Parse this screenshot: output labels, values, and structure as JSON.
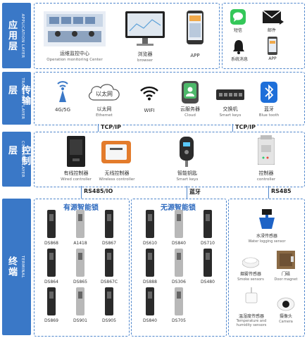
{
  "layers": {
    "application": {
      "cn": "应用层",
      "en": "APPLICATION LAYER"
    },
    "transport": {
      "cn": "传输层",
      "en": "TRANSPORT LAYER"
    },
    "control": {
      "cn": "控制层",
      "en": "CONTROL LAYER"
    },
    "terminal": {
      "cn": "终端",
      "en": "TERMINAL"
    }
  },
  "application": {
    "center_cn": "运维监控中心",
    "center_en": "Operation monitoring Center",
    "browser_cn": "浏览器",
    "browser_en": "browser",
    "app": "APP",
    "sms": "短信",
    "mail": "邮件",
    "sysmsg": "系统消息",
    "app2": "APP"
  },
  "transport": {
    "g": "4G/5G",
    "eth_cn": "以太网",
    "eth_en": "Ethernet",
    "wifi": "WIFI",
    "cloud_cn": "云服务器",
    "cloud_en": "Cloud",
    "switch_cn": "交换机",
    "switch_en": "Smart keys",
    "bt_cn": "蓝牙",
    "bt_en": "Blue tooth",
    "eth_cloud_text": "以太网"
  },
  "connectors": {
    "tcp1": "TCP/IP",
    "tcp2": "TCP/IP",
    "rs485io": "RS485/IO",
    "bt": "蓝牙",
    "rs485": "RS485"
  },
  "control": {
    "wired_cn": "有线控制器",
    "wired_en": "Wired controller",
    "wireless_cn": "无线控制器",
    "wireless_en": "Wireless controller",
    "key_cn": "智能钥匙",
    "key_en": "Smart keys",
    "ctrl_cn": "控制器",
    "ctrl_en": "controller"
  },
  "terminal": {
    "active_title": "有源智能锁",
    "passive_title": "无源智能锁",
    "active": [
      "DS868",
      "A1418",
      "DS867",
      "DS864",
      "DS865",
      "DS867C",
      "DS869",
      "DS901",
      "DS905"
    ],
    "passive": [
      "DS610",
      "DS840",
      "DS710",
      "DS888",
      "DS306",
      "DS480",
      "DS840",
      "DS705"
    ],
    "sensors": {
      "water_cn": "水浸传感器",
      "water_en": "Water logging sensor",
      "smoke_cn": "烟雾传感器",
      "smoke_en": "Smoke sensors",
      "door_cn": "门磁",
      "door_en": "Door magnet",
      "temp_cn": "温湿度传感器",
      "temp_en": "Temperature and humidity sensors",
      "cam_cn": "摄像头",
      "cam_en": "Camera"
    }
  },
  "colors": {
    "accent": "#3a78c7",
    "border": "#4f86cc"
  }
}
